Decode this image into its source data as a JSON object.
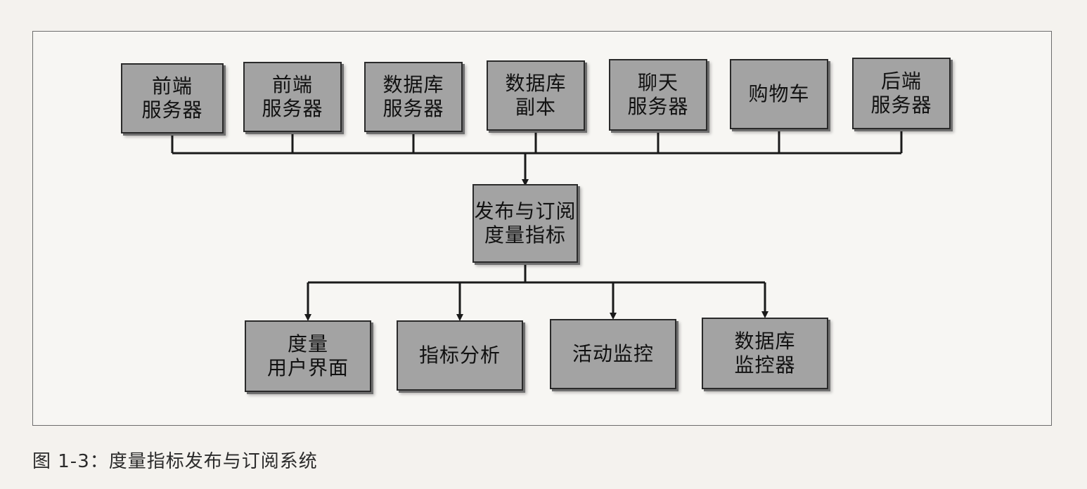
{
  "diagram": {
    "top_nodes": [
      {
        "id": "frontend1",
        "label": "前端\n服务器"
      },
      {
        "id": "frontend2",
        "label": "前端\n服务器"
      },
      {
        "id": "dbserver",
        "label": "数据库\n服务器"
      },
      {
        "id": "dbreplica",
        "label": "数据库\n副本"
      },
      {
        "id": "chat",
        "label": "聊天\n服务器"
      },
      {
        "id": "cart",
        "label": "购物车"
      },
      {
        "id": "backend",
        "label": "后端\n服务器"
      }
    ],
    "center_node": {
      "id": "pubsub",
      "label": "发布与订阅\n度量指标"
    },
    "bottom_nodes": [
      {
        "id": "metrics_ui",
        "label": "度量\n用户界面"
      },
      {
        "id": "analysis",
        "label": "指标分析"
      },
      {
        "id": "activity",
        "label": "活动监控"
      },
      {
        "id": "dbmonitor",
        "label": "数据库\n监控器"
      }
    ],
    "edges": [
      {
        "from": "frontend1",
        "to": "pubsub"
      },
      {
        "from": "frontend2",
        "to": "pubsub"
      },
      {
        "from": "dbserver",
        "to": "pubsub"
      },
      {
        "from": "dbreplica",
        "to": "pubsub"
      },
      {
        "from": "chat",
        "to": "pubsub"
      },
      {
        "from": "cart",
        "to": "pubsub"
      },
      {
        "from": "backend",
        "to": "pubsub"
      },
      {
        "from": "pubsub",
        "to": "metrics_ui"
      },
      {
        "from": "pubsub",
        "to": "analysis"
      },
      {
        "from": "pubsub",
        "to": "activity"
      },
      {
        "from": "pubsub",
        "to": "dbmonitor"
      }
    ]
  },
  "caption": "图 1-3：度量指标发布与订阅系统"
}
